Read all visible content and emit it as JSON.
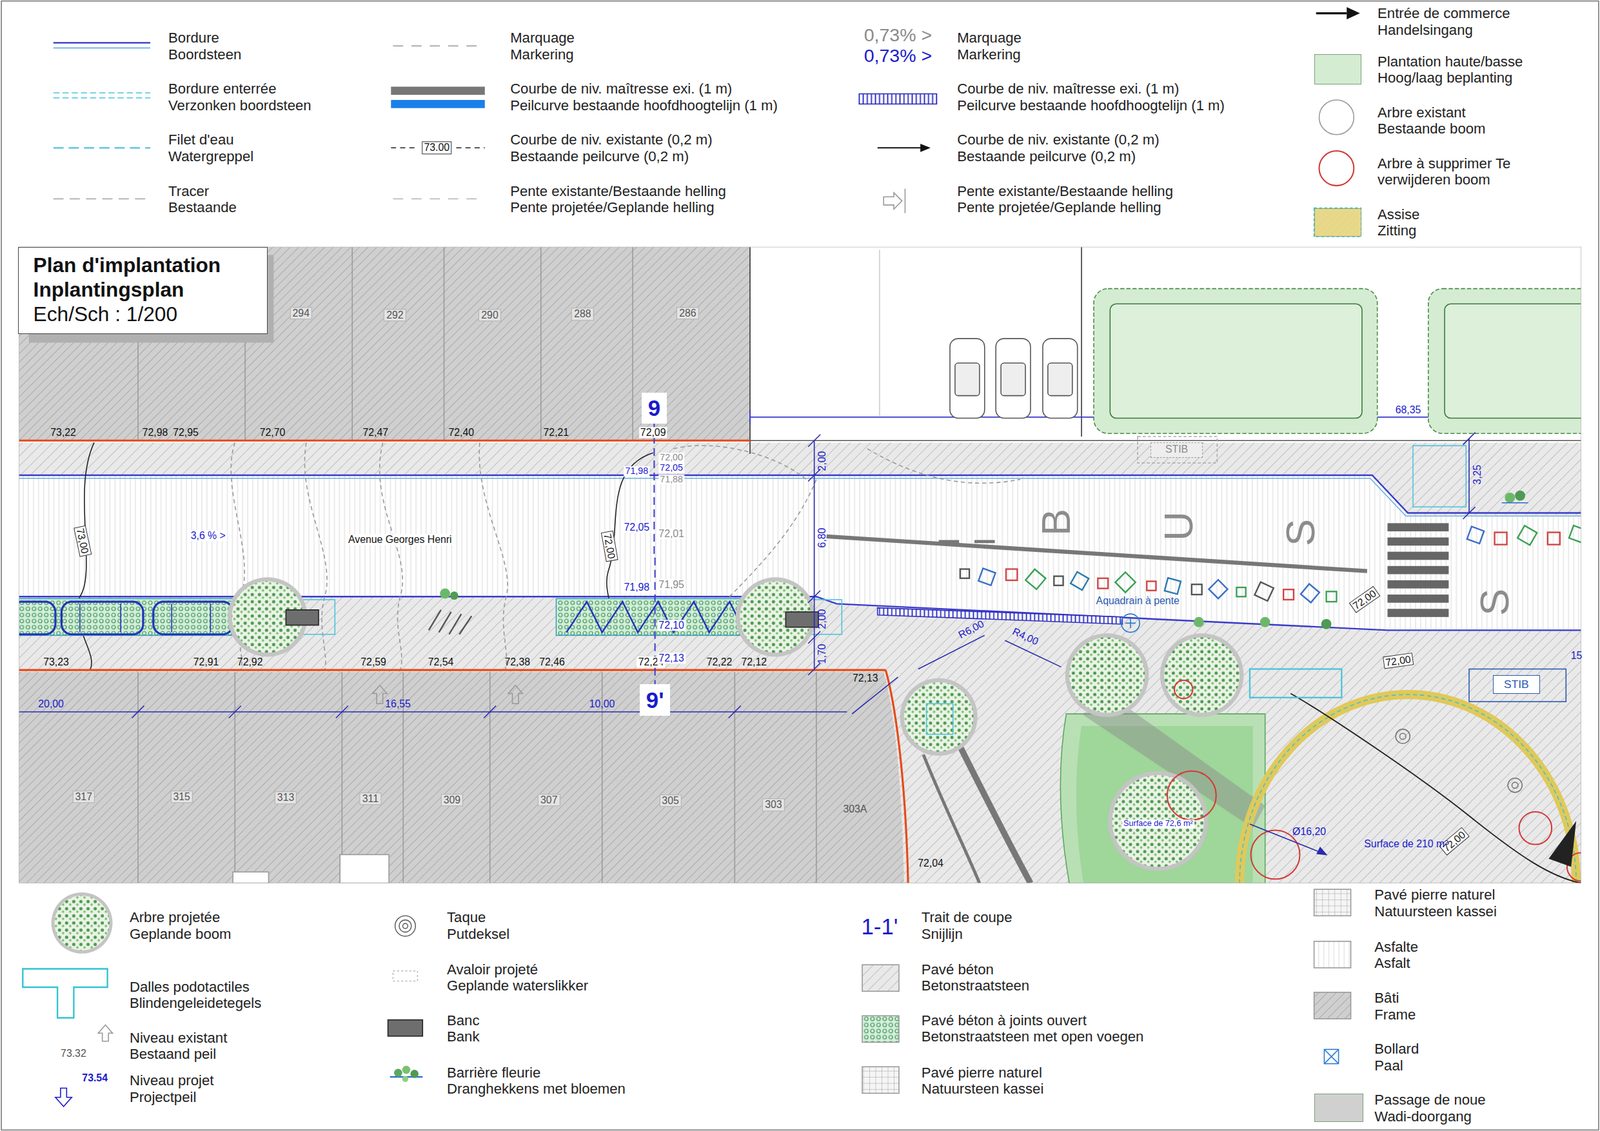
{
  "diagram": {
    "nodes": [
      {
        "text": [
          "Plan d'implantation Inplantingsplan",
          "Ech/Sch : 1/200"
        ]
      },
      {
        "text": [
          "9"
        ]
      },
      {
        "text": [
          "STIB"
        ]
      },
      {
        "text": [
          "9'"
        ]
      },
      {
        "text": [
          "STIB"
        ]
      }
    ],
    "edges": [
      {
        "from": 1,
        "to": 3,
        "arrow": "none"
      }
    ],
    "labels": [
      "0,73% >",
      "0,73% >",
      "73.00",
      "73.32",
      "73.54",
      "1-1'",
      "294",
      "292",
      "290",
      "288",
      "286",
      "317",
      "315",
      "313",
      "311",
      "309",
      "307",
      "305",
      "303",
      "303A",
      "73,22",
      "72,98",
      "72,95",
      "72,70",
      "72,47",
      "72,40",
      "72,21",
      "72,09",
      "73,23",
      "72,91",
      "72,92",
      "72,59",
      "72,54",
      "72,38",
      "72,46",
      "72,24",
      "72,22",
      "72,12",
      "72,13",
      "72,04",
      "71,98",
      "72,00",
      "72,05",
      "71,88",
      "72,05",
      "72,01",
      "71,98",
      "71,95",
      "72,10",
      "72,13",
      "3,6 % >",
      "Avenue Georges Henri",
      "73,00",
      "72,00",
      "72,00",
      "72,00",
      "72,00",
      "2,00",
      "6,80",
      "2,00",
      "1,70",
      "3,25",
      "68,35",
      "20,00",
      "16,55",
      "10,00",
      "R6,00",
      "R4,00",
      "Ø16,20",
      "Surface de 72,6 m²",
      "Surface de 210 m²",
      "Aquadrain à pente",
      "B",
      "U",
      "S",
      "S",
      "15"
    ],
    "legend": [
      {
        "text": "Bordure Boordsteen"
      },
      {
        "text": "Bordure enterrée Verzonken boordsteen"
      },
      {
        "text": "Filet d'eau Watergreppel"
      },
      {
        "text": "Tracer Bestaande"
      },
      {
        "text": "Marquage Markering"
      },
      {
        "text": "Courbe de niv. maîtresse exi. (1 m) Peilcurve bestaande hoofdhoogtelijn (1 m)"
      },
      {
        "text": "Courbe de niv. existante (0,2 m) Bestaande peilcurve (0,2 m)"
      },
      {
        "text": "Pente existante/Bestaande helling Pente projetée/Geplande helling"
      },
      {
        "text": "Marquage Markering"
      },
      {
        "text": "Courbe de niv. maîtresse exi. (1 m) Peilcurve bestaande hoofdhoogtelijn (1 m)"
      },
      {
        "text": "Courbe de niv. existante (0,2 m) Bestaande peilcurve (0,2 m)"
      },
      {
        "text": "Pente existante/Bestaande helling Pente projetée/Geplande helling"
      },
      {
        "text": "Entrée de commerce Handelsingang"
      },
      {
        "text": "Plantation haute/basse Hoog/laag beplanting",
        "color": "#d4ecd2"
      },
      {
        "text": "Arbre existant Bestaande boom"
      },
      {
        "text": "Arbre à supprimer Te verwijderen boom"
      },
      {
        "text": "Assise Zitting",
        "color": "#e8d98a"
      },
      {
        "text": "Arbre projetée Geplande boom"
      },
      {
        "text": "Dalles podotactiles Blindengeleidetegels"
      },
      {
        "text": "Niveau existant Bestaand peil"
      },
      {
        "text": "Niveau projet Projectpeil"
      },
      {
        "text": "Taque Putdeksel"
      },
      {
        "text": "Avaloir projeté Geplande waterslikker"
      },
      {
        "text": "Banc Bank"
      },
      {
        "text": "Barrière fleurie Dranghekkens met bloemen"
      },
      {
        "text": "Trait de coupe Snijlijn"
      },
      {
        "text": "Pavé béton Betonstraatsteen"
      },
      {
        "text": "Pavé béton à joints ouvert Betonstraatsteen met open voegen"
      },
      {
        "text": "Pavé pierre naturel Natuursteen kassei"
      },
      {
        "text": "Pavé pierre naturel Natuursteen kassei"
      },
      {
        "text": "Asfalte Asfalt"
      },
      {
        "text": "Bâti Frame"
      },
      {
        "text": "Bollard Paal"
      },
      {
        "text": "Passage de noue Wadi-doorgang",
        "color": "#d0d0d0"
      }
    ]
  }
}
